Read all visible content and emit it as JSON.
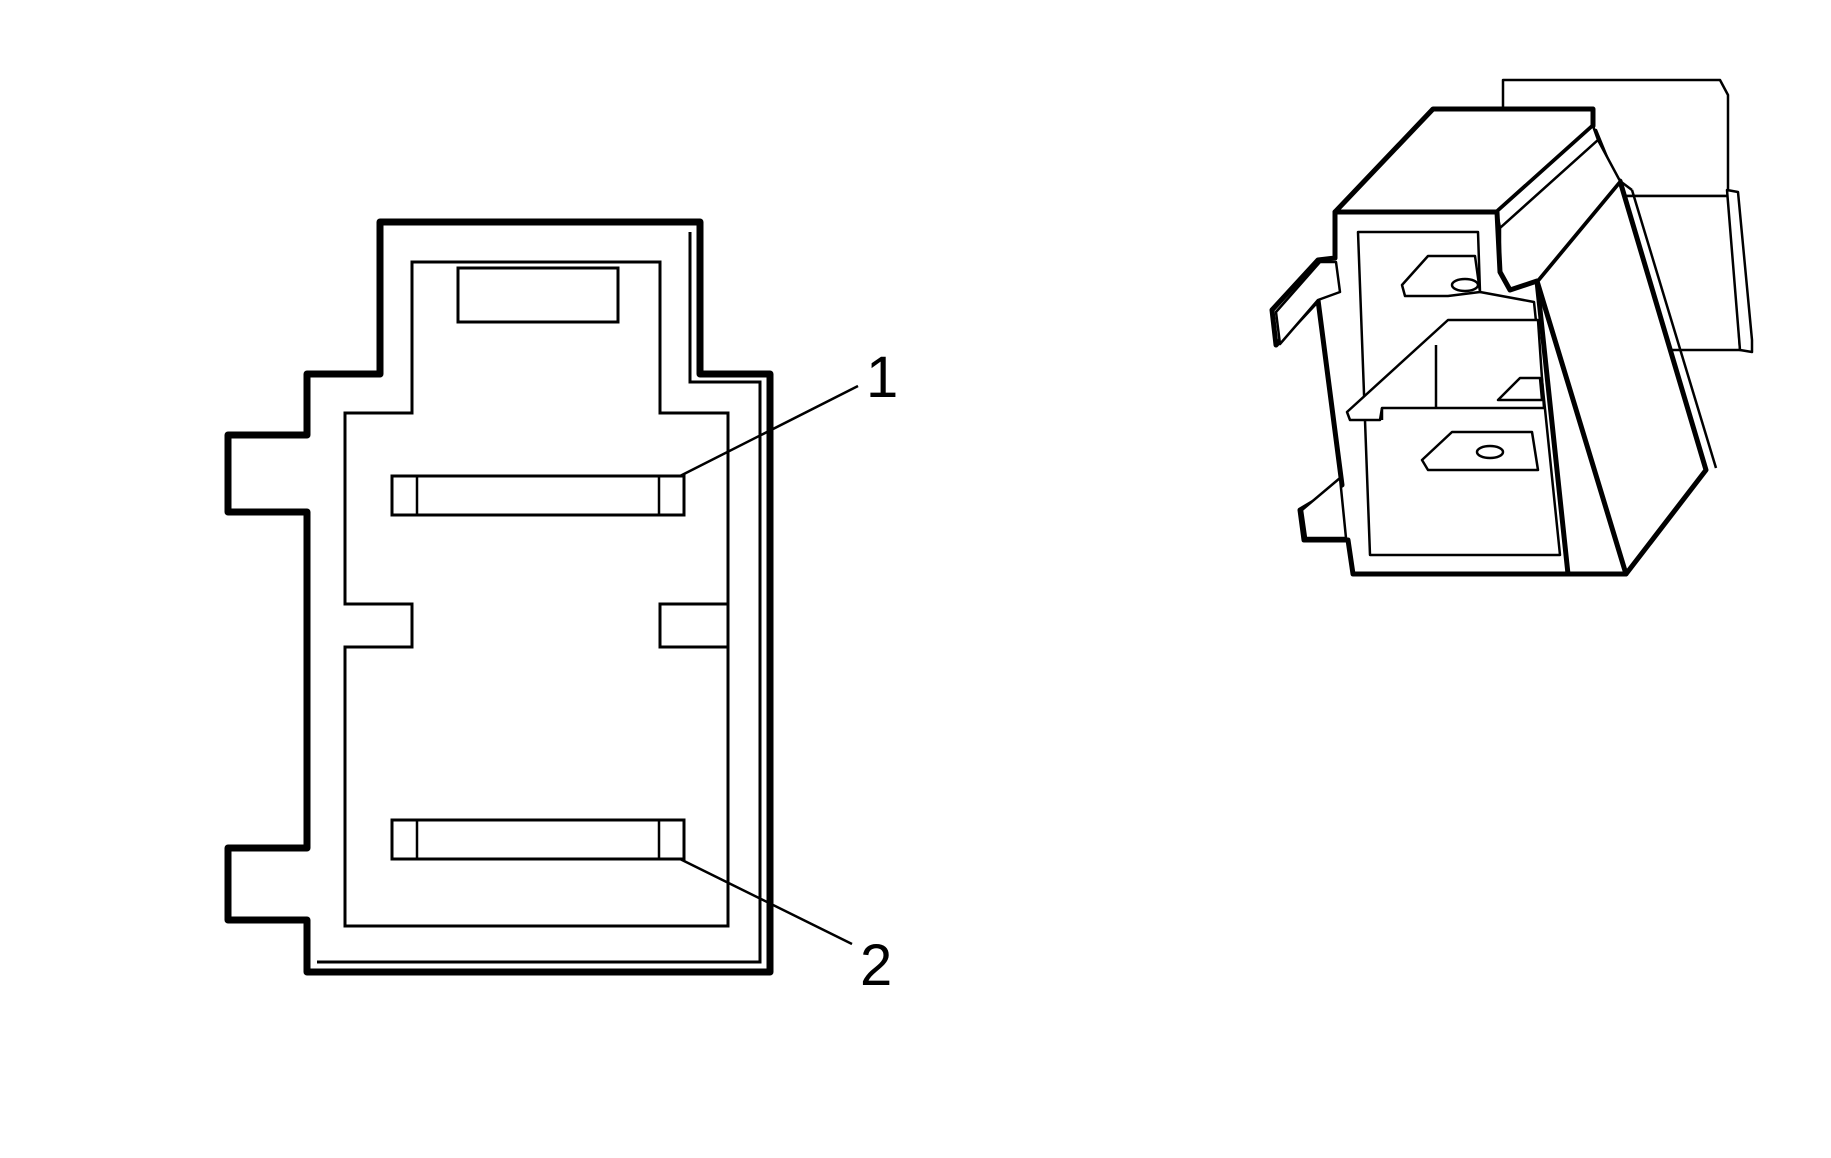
{
  "colors": {
    "line": "#000000",
    "background": "#ffffff"
  },
  "callouts": [
    {
      "id": "1",
      "label": "1"
    },
    {
      "id": "2",
      "label": "2"
    }
  ]
}
